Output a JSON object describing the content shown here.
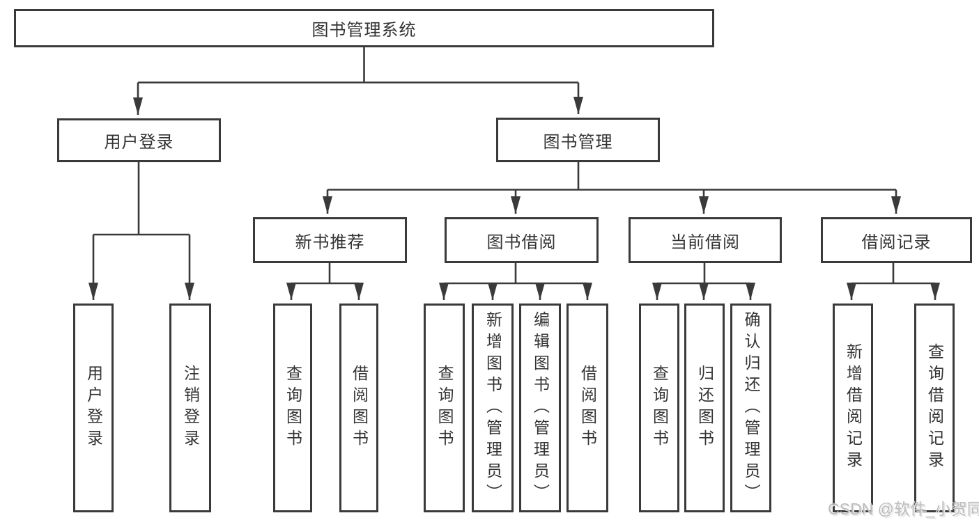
{
  "root": {
    "label": "图书管理系统"
  },
  "branches": [
    {
      "label": "用户登录",
      "children": [
        {
          "label": "用户登录"
        },
        {
          "label": "注销登录"
        }
      ]
    },
    {
      "label": "图书管理",
      "children": [
        {
          "label": "新书推荐",
          "children": [
            {
              "label": "查询图书"
            },
            {
              "label": "借阅图书"
            }
          ]
        },
        {
          "label": "图书借阅",
          "children": [
            {
              "label": "查询图书"
            },
            {
              "label": "新增图书（管理员）"
            },
            {
              "label": "编辑图书（管理员）"
            },
            {
              "label": "借阅图书"
            }
          ]
        },
        {
          "label": "当前借阅",
          "children": [
            {
              "label": "查询图书"
            },
            {
              "label": "归还图书"
            },
            {
              "label": "确认归还（管理员）"
            }
          ]
        },
        {
          "label": "借阅记录",
          "children": [
            {
              "label": "新增借阅记录"
            },
            {
              "label": "查询借阅记录"
            }
          ]
        }
      ]
    }
  ],
  "watermark": {
    "text": "CSDN @软件_小贺同学"
  },
  "colors": {
    "line": "#3a3a3a",
    "text": "#333333",
    "watermark": "#bdbdbd",
    "background": "#ffffff"
  }
}
